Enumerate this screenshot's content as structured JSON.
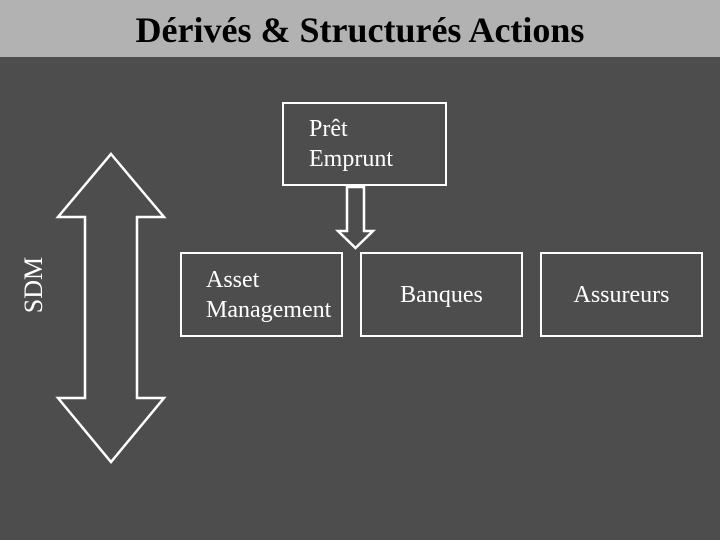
{
  "header": {
    "title": "Dérivés & Structurés Actions"
  },
  "left_axis": {
    "label": "SDM"
  },
  "loan_box": {
    "line1": "Prêt",
    "line2": "Emprunt"
  },
  "entity_boxes": {
    "asset_management": {
      "line1": "Asset",
      "line2": "Management"
    },
    "banques": {
      "label": "Banques"
    },
    "assureurs": {
      "label": "Assureurs"
    }
  },
  "icons": {
    "double_vertical_arrow": "double-vertical-arrow-icon",
    "down_arrow": "down-arrow-icon"
  },
  "colors": {
    "title_band_bg": "#b2b2b2",
    "slide_bg": "#4d4d4d",
    "title_text": "#000000",
    "diagram_outline": "#ffffff",
    "diagram_text": "#ffffff"
  }
}
